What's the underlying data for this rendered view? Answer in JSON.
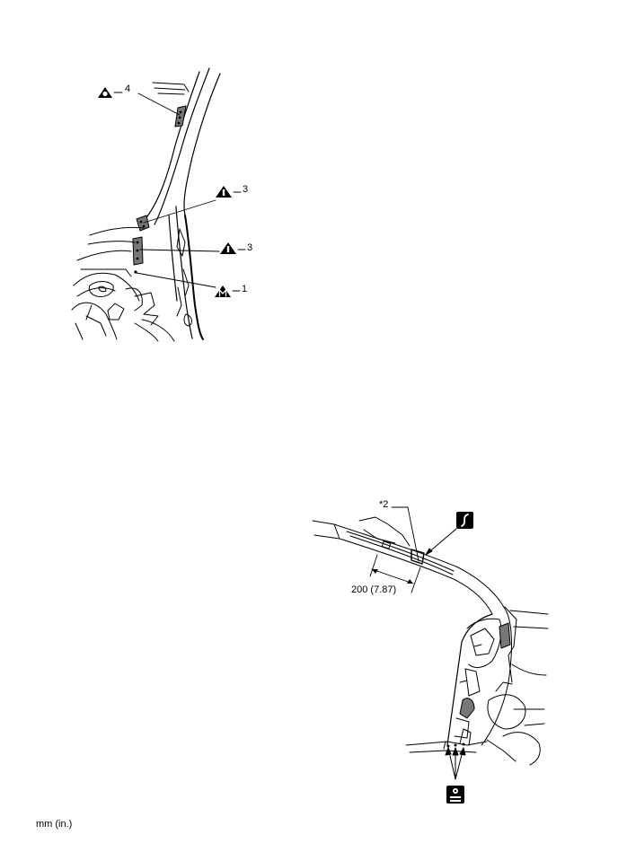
{
  "figure_top": {
    "callouts": [
      {
        "symbol": "O",
        "number": "4"
      },
      {
        "symbol": "I",
        "number": "3"
      },
      {
        "symbol": "I",
        "number": "3"
      },
      {
        "symbol": "M",
        "number": "1"
      }
    ]
  },
  "figure_bottom": {
    "ref_label": "*2",
    "dimension": "200 (7.87)"
  },
  "units_note": "mm (in.)",
  "colors": {
    "ink": "#000000",
    "paper": "#ffffff",
    "shade": "#777777"
  }
}
